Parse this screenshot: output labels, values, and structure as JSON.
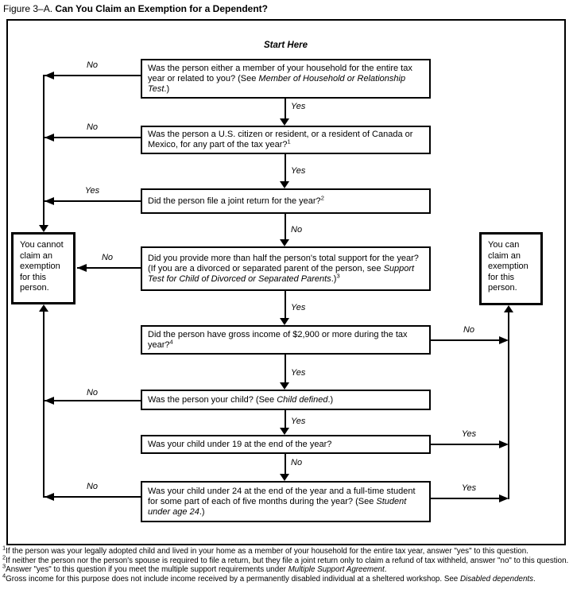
{
  "title": {
    "prefix": "Figure 3–A.",
    "main": "Can You Claim an Exemption for a Dependent?"
  },
  "start_here": "Start Here",
  "boxes": {
    "q1": {
      "pre": "Was the person either a member of your household for the entire tax year or related to you? (See ",
      "em": "Member of Household or Relationship Test",
      "post": ".)",
      "sup": ""
    },
    "q2": {
      "pre": "Was the person a U.S. citizen or resident, or a resident of Canada or Mexico, for any part of the tax year?",
      "em": "",
      "post": "",
      "sup": "1"
    },
    "q3": {
      "pre": "Did the person file a joint return for the year?",
      "em": "",
      "post": "",
      "sup": "2"
    },
    "q4": {
      "pre": "Did you provide more than half the person's total support for the year? (If you are a divorced or separated parent of the person, see ",
      "em": "Support Test for Child of Divorced or Separated Parents",
      "post": ".)",
      "sup": "3"
    },
    "q5": {
      "pre": "Did the person have gross income of $2,900 or more during the tax year?",
      "em": "",
      "post": "",
      "sup": "4"
    },
    "q6": {
      "pre": "Was the person your child? (See ",
      "em": "Child defined",
      "post": ".)",
      "sup": ""
    },
    "q7": {
      "pre": "Was your child under 19 at the end of the year?",
      "em": "",
      "post": "",
      "sup": ""
    },
    "q8": {
      "pre": "Was your child under 24 at the end of the year and a full-time student for some part of each of five months during the year? (See ",
      "em": "Student under age 24",
      "post": ".)",
      "sup": ""
    }
  },
  "outcomes": {
    "cannot": "You cannot claim an exemption for this person.",
    "can": "You can claim an exemption for this person."
  },
  "edges": {
    "b1_no": "No",
    "b1_yes": "Yes",
    "b2_no": "No",
    "b2_yes": "Yes",
    "b3_yes": "Yes",
    "b3_no": "No",
    "b4_no": "No",
    "b4_yes": "Yes",
    "b5_no": "No",
    "b5_yes": "Yes",
    "b6_no": "No",
    "b6_yes": "Yes",
    "b7_yes": "Yes",
    "b7_no": "No",
    "b8_no": "No",
    "b8_yes": "Yes"
  },
  "footnotes": [
    {
      "sup": "1",
      "pre": "If the person was your legally adopted child and lived in your home as a member of your household for the entire tax year, answer \"yes\" to this question.",
      "em": "",
      "post": ""
    },
    {
      "sup": "2",
      "pre": "If neither the person nor the person's spouse is required to file a return, but they file a joint return only to claim a refund of tax withheld, answer \"no\" to this question.",
      "em": "",
      "post": ""
    },
    {
      "sup": "3",
      "pre": "Answer \"yes\" to this question if you meet the multiple support requirements under ",
      "em": "Multiple Support Agreement",
      "post": "."
    },
    {
      "sup": "4",
      "pre": "Gross income for this purpose does not include income received by a permanently disabled individual at a sheltered workshop. See ",
      "em": "Disabled dependents",
      "post": "."
    }
  ]
}
